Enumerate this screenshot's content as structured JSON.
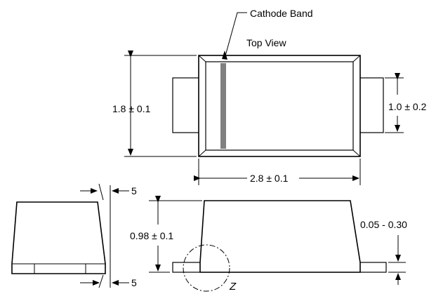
{
  "labels": {
    "cathode_band": "Cathode Band",
    "top_view": "Top View",
    "height": "1.8 ± 0.1",
    "terminal_width": "1.0 ± 0.2",
    "length": "2.8 ± 0.1",
    "profile_height": "0.98 ± 0.1",
    "lead_thickness": "0.05 - 0.30",
    "angle_top": "5",
    "angle_bottom": "5",
    "detail": "Z"
  },
  "colors": {
    "line": "#000000",
    "cathode_band": "#808080",
    "background": "#ffffff"
  }
}
